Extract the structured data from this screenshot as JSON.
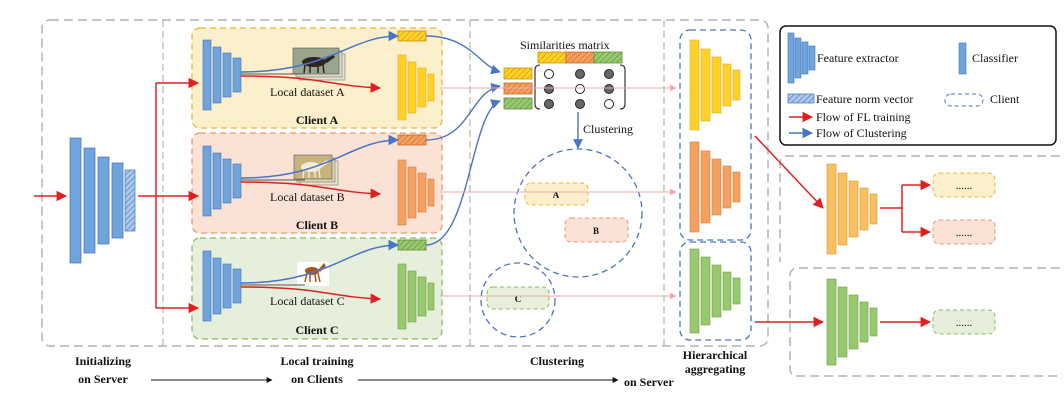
{
  "clients": [
    {
      "title": "Client A",
      "dataset": "Local dataset A",
      "fill": "#fcf0cc",
      "stroke": "#e8b834",
      "model_color": "#ffd12a",
      "model_dark": "#e6ae10",
      "image": "horse-dark-image"
    },
    {
      "title": "Client B",
      "dataset": "Local dataset B",
      "fill": "#fbe2d6",
      "stroke": "#e59a6c",
      "model_color": "#f3a061",
      "model_dark": "#d97e3a",
      "image": "horse-brown-image"
    },
    {
      "title": "Client C",
      "dataset": "Local dataset C",
      "fill": "#e6efdb",
      "stroke": "#8dbb61",
      "model_color": "#98c870",
      "model_dark": "#6fa142",
      "image": "horse-figurine-image"
    }
  ],
  "matrix": {
    "title": "Similarities matrix",
    "clustering_label": "Clustering"
  },
  "cluster_labels": [
    "A",
    "B",
    "C"
  ],
  "legend": {
    "feature_extractor": "Feature extractor",
    "classifier": "Classifier",
    "feature_norm_vector": "Feature norm vector",
    "client": "Client",
    "flow_fl": "Flow of FL training",
    "flow_clustering": "Flow of Clustering"
  },
  "ellipsis": "......",
  "stages": [
    {
      "line1": "Initializing",
      "line2": "on Server"
    },
    {
      "line1": "Local training",
      "line2": "on Clients"
    },
    {
      "line1": "Clustering",
      "line2": ""
    },
    {
      "line1": "Hierarchical",
      "line2": "aggregating"
    }
  ],
  "bottom_on_server": "on Server",
  "colors": {
    "blue": "#6fa4dc",
    "blue_dark": "#3f73b8",
    "red": "#e02020",
    "flow_blue": "#4a74c4",
    "grey": "#b3b3b3"
  }
}
